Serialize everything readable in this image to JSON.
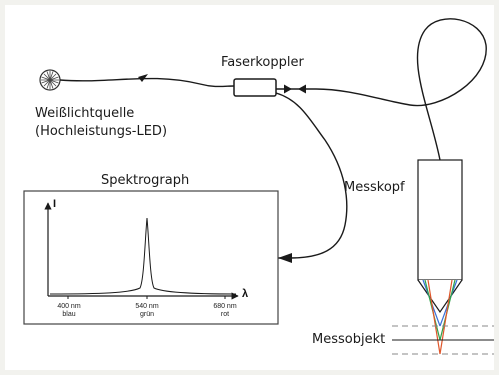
{
  "labels": {
    "light_source": "Weißlichtquelle",
    "light_source_detail": "(Hochleistungs-LED)",
    "coupler": "Faserkoppler",
    "spectrograph": "Spektrograph",
    "probe": "Messkopf",
    "object": "Messobjekt"
  },
  "spectrum": {
    "y_axis": "I",
    "x_axis": "λ",
    "ticks": [
      {
        "nm": "400 nm",
        "color": "blau"
      },
      {
        "nm": "540 nm",
        "color": "grün"
      },
      {
        "nm": "680 nm",
        "color": "rot"
      }
    ]
  },
  "colors": {
    "background": "#f2f2ee",
    "fiber": "#1a1a1a",
    "cone_blue": "#3a6fd8",
    "cone_green": "#2fa14a",
    "cone_red": "#e0562a",
    "dashed": "#8a8a8a"
  }
}
